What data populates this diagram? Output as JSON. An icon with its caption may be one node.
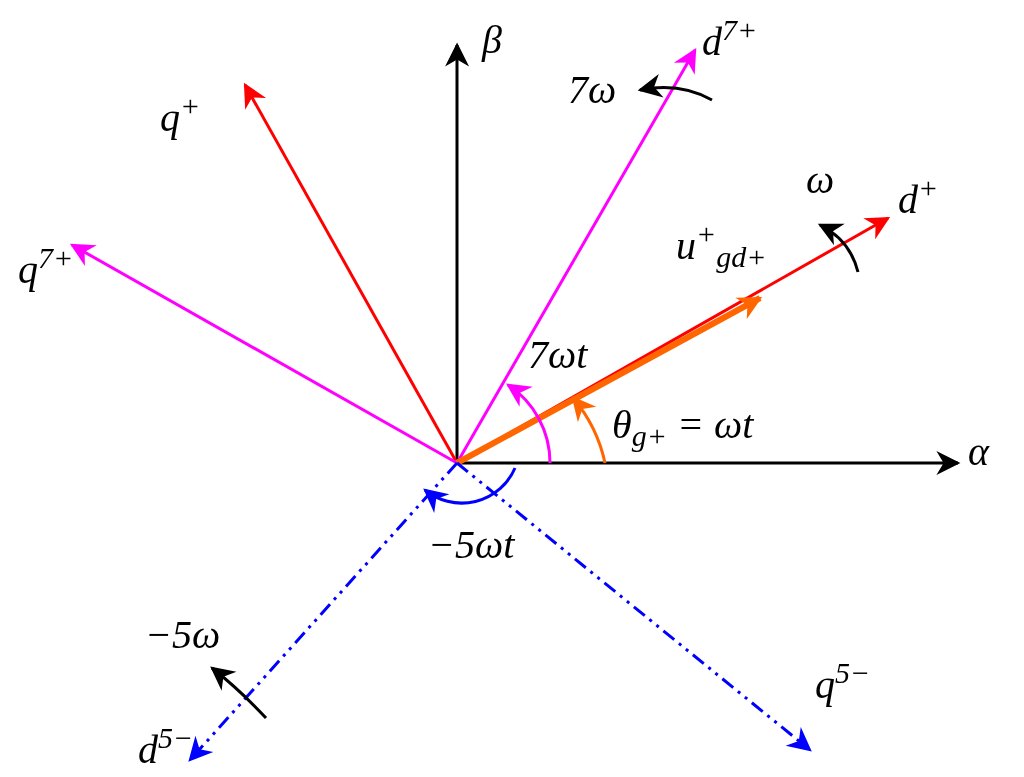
{
  "diagram": {
    "labels": [
      "β",
      "d$^{7+}$",
      "7ω",
      "q$^{+}$",
      "ω",
      "d$^{+}$",
      "q$^{7+}$",
      "u$^{+}$$_{gd+}$",
      "7ωt",
      "θ$_{g+}$ = ωt",
      "α",
      "−5ωt",
      "−5ω",
      "d$^{5−}$",
      "q$^{5−}$"
    ]
  }
}
